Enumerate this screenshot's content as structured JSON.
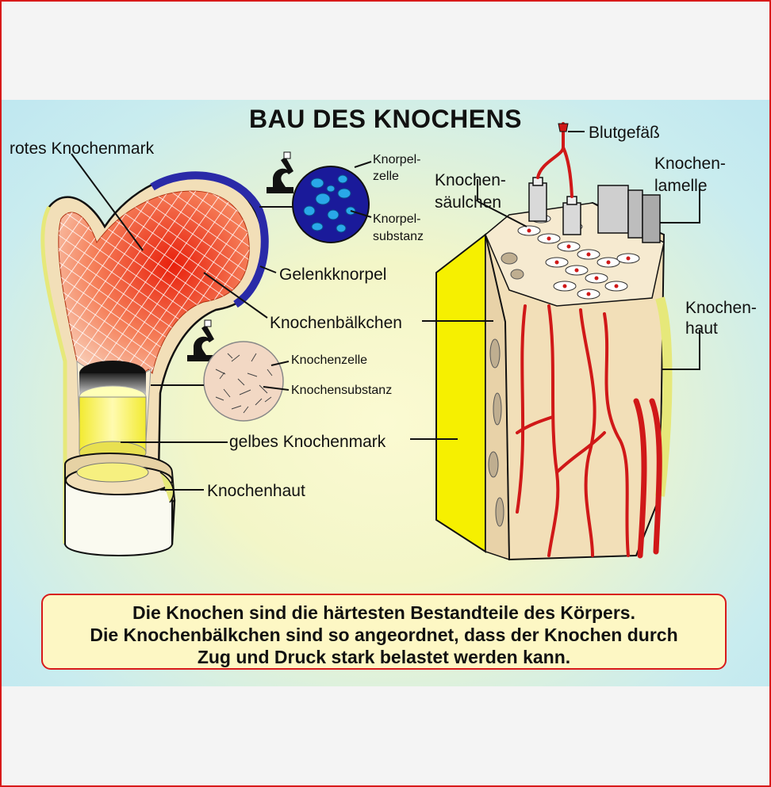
{
  "title": "BAU DES KNOCHENS",
  "labels": {
    "rotes_knochenmark": "rotes Knochenmark",
    "knorpelzelle_1": "Knorpel-",
    "knorpelzelle_2": "zelle",
    "knorpelsubstanz_1": "Knorpel-",
    "knorpelsubstanz_2": "substanz",
    "gelenkknorpel": "Gelenkknorpel",
    "knochenbaelkchen": "Knochenbälkchen",
    "knochenzelle": "Knochenzelle",
    "knochensubstanz": "Knochensubstanz",
    "gelbes_knochenmark": "gelbes Knochenmark",
    "knochenhaut_left": "Knochenhaut",
    "blutgefaess": "Blutgefäß",
    "knochensaeulchen_1": "Knochen-",
    "knochensaeulchen_2": "säulchen",
    "knochenlamelle_1": "Knochen-",
    "knochenlamelle_2": "lamelle",
    "knochenhaut_right_1": "Knochen-",
    "knochenhaut_right_2": "haut"
  },
  "caption": {
    "line1": "Die Knochen sind die härtesten Bestandteile des Körpers.",
    "line2": "Die Knochenbälkchen sind so angeordnet, dass der Knochen durch",
    "line3": "Zug und Druck stark belastet werden kann."
  },
  "colors": {
    "frame": "#d81a1a",
    "marrow_red": "#f04a2a",
    "cartilage_blue": "#2a2aa8",
    "bone_beige": "#f2dfb8",
    "yellow_marrow": "#f6f000",
    "vessel_red": "#d01818"
  }
}
